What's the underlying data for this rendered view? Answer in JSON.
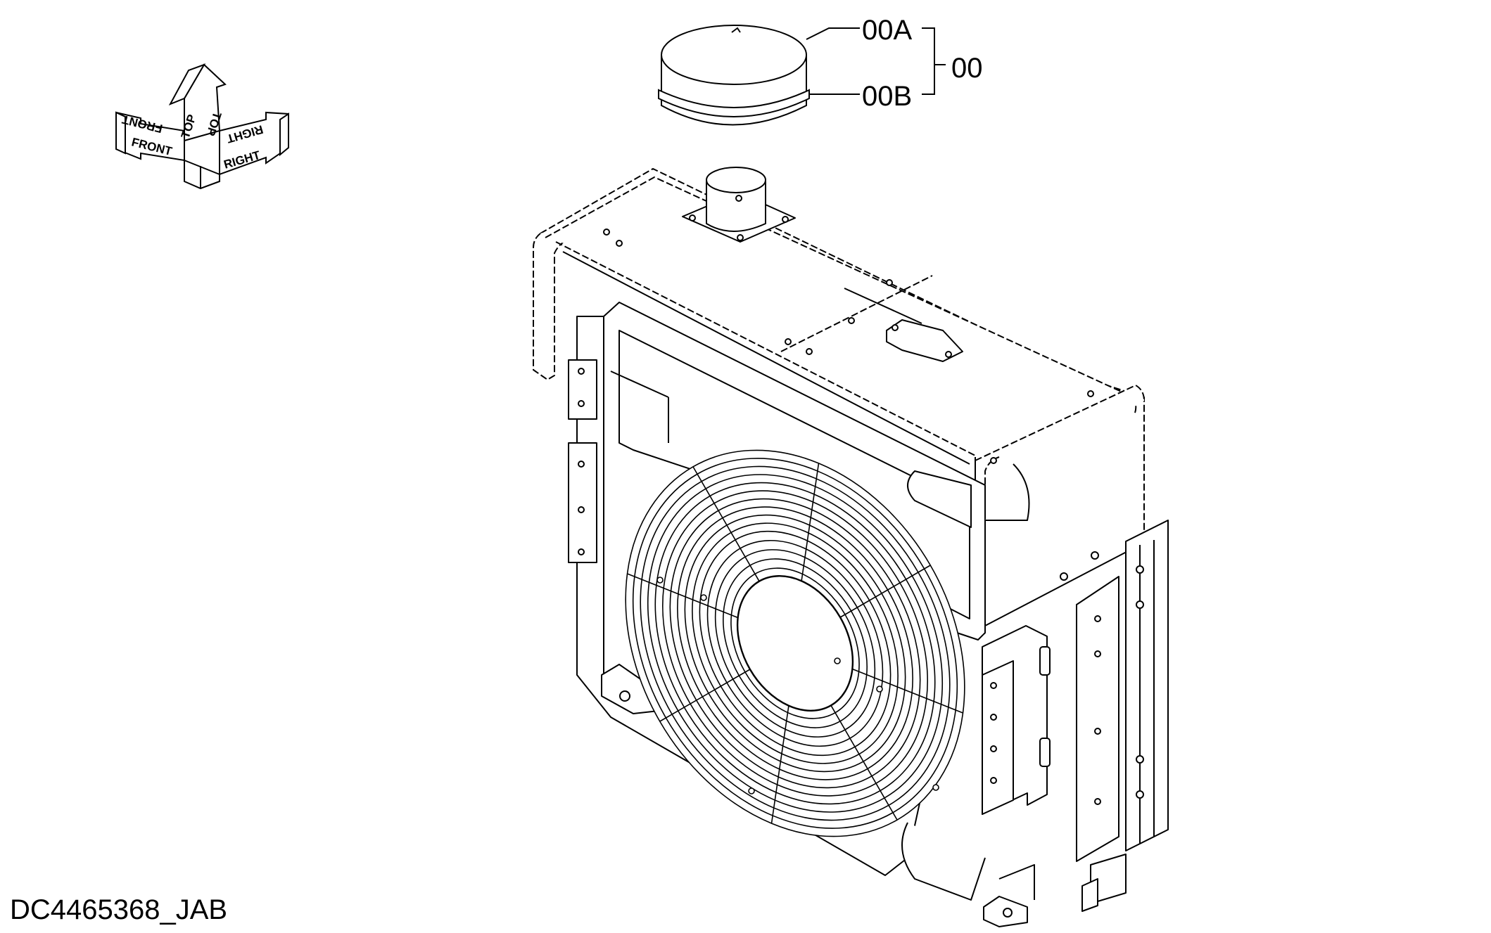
{
  "orientation": {
    "front": "FRONT",
    "top": "TOP",
    "right": "RIGHT"
  },
  "callouts": {
    "part_a": "00A",
    "part_b": "00B",
    "assembly": "00"
  },
  "document_id": "DC4465368_JAB",
  "colors": {
    "line": "#000000",
    "background": "#ffffff"
  }
}
